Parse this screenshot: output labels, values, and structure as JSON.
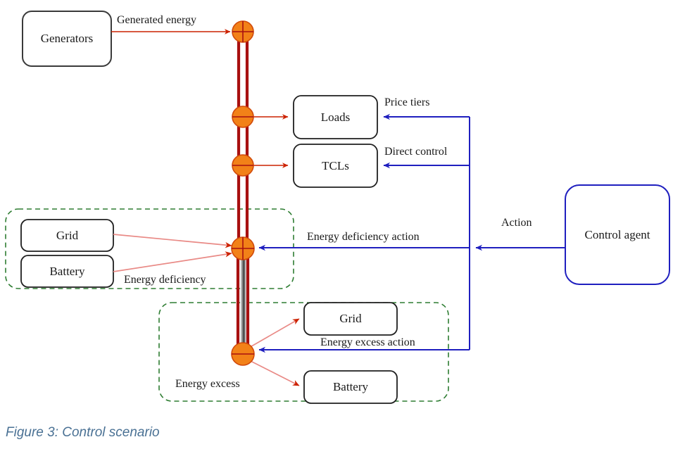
{
  "figure": {
    "caption": "Figure 3: Control scenario"
  },
  "colors": {
    "bus_red": "#a81010",
    "junction_orange": "#f28118",
    "junction_stroke": "#d14a0a",
    "flow_arrow_red": "#cc2200",
    "soft_arrow_red": "#e98a86",
    "control_blue": "#1f1fbf",
    "region_green": "#2e7d32",
    "box_dark": "#262626",
    "caption_blue": "#4a7194"
  },
  "nodes": {
    "generators": {
      "label": "Generators"
    },
    "loads": {
      "label": "Loads"
    },
    "tcls": {
      "label": "TCLs"
    },
    "deficiency_grid": {
      "label": "Grid"
    },
    "deficiency_battery": {
      "label": "Battery"
    },
    "excess_grid": {
      "label": "Grid"
    },
    "excess_battery": {
      "label": "Battery"
    },
    "control_agent": {
      "label": "Control agent"
    }
  },
  "edges": {
    "generated_energy": {
      "label": "Generated energy"
    },
    "price_tiers": {
      "label": "Price tiers"
    },
    "direct_control": {
      "label": "Direct control"
    },
    "energy_deficiency_action": {
      "label": "Energy deficiency action"
    },
    "energy_excess_action": {
      "label": "Energy excess action"
    },
    "action": {
      "label": "Action"
    }
  },
  "regions": {
    "deficiency": {
      "label": "Energy deficiency"
    },
    "excess": {
      "label": "Energy excess"
    }
  }
}
